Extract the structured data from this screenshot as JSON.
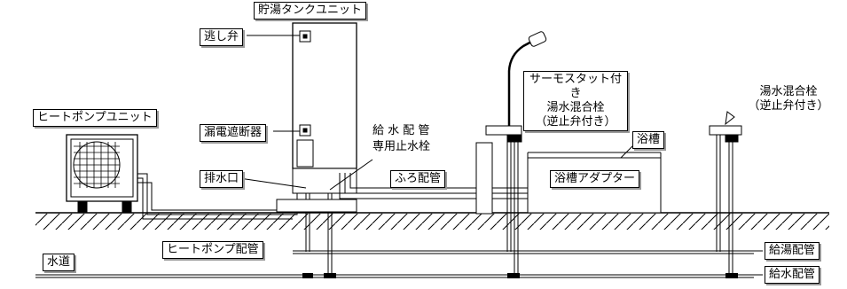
{
  "labels": {
    "tank_unit": "貯湯タンクユニット",
    "relief_valve": "逃し弁",
    "breaker": "漏電遮断器",
    "drain": "排水口",
    "heat_pump_unit": "ヒートポンプユニット",
    "heat_pump_piping": "ヒートポンプ配管",
    "water_main": "水道",
    "supply_piping": "給 水 配 管",
    "stop_valve": "専用止水栓",
    "bath_piping": "ふろ配管",
    "thermostat_faucet": [
      "サーモスタット付き",
      "湯水混合栓",
      "（逆止弁付き）"
    ],
    "bathtub": "浴槽",
    "bath_adapter": "浴槽アダプター",
    "mixing_faucet": [
      "湯水混合栓",
      "（逆止弁付き）"
    ],
    "hot_water_piping": "給湯配管",
    "cold_water_piping": "給水配管"
  },
  "colors": {
    "line": "#000000",
    "label_bg": "#ffffff",
    "label_shadow": "#9a9a9a",
    "ground_fill": "#ffffff"
  }
}
